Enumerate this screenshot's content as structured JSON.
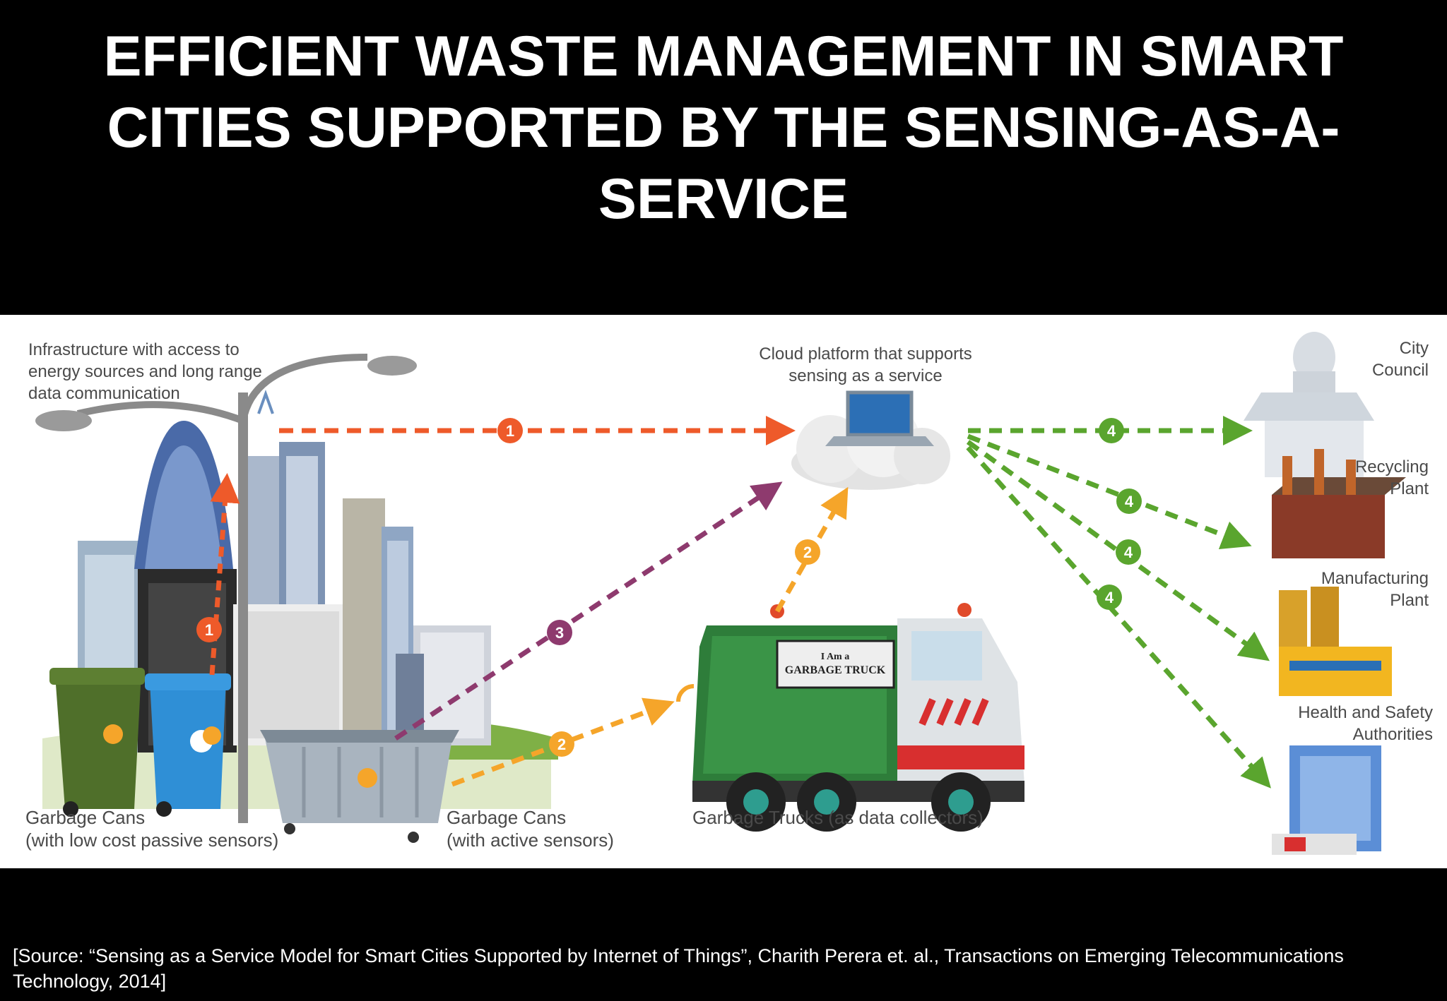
{
  "title": {
    "line1": "EFFICIENT WASTE MANAGEMENT IN SMART",
    "line2": "CITIES SUPPORTED BY THE SENSING-AS-A-",
    "line3": "SERVICE"
  },
  "figure": {
    "infrastructure_label": {
      "line1": "Infrastructure with access to",
      "line2": "energy sources and long range",
      "line3": "data communication"
    },
    "cloud_label": {
      "line1": "Cloud platform that supports",
      "line2": "sensing as a service"
    },
    "passive_cans_label": {
      "line1": "Garbage Cans",
      "line2": "(with low cost passive sensors)"
    },
    "active_cans_label": {
      "line1": "Garbage Cans",
      "line2": "(with active sensors)"
    },
    "trucks_label": "Garbage Trucks (as data collectors)",
    "truck_sign": {
      "line1": "I Am a",
      "line2": "GARBAGE TRUCK"
    },
    "city_council_label": {
      "line1": "City",
      "line2": "Council"
    },
    "recycling_label": {
      "line1": "Recycling",
      "line2": "Plant"
    },
    "manufacturing_label": {
      "line1": "Manufacturing",
      "line2": "Plant"
    },
    "health_label": {
      "line1": "Health and Safety",
      "line2": "Authorities"
    },
    "step_numbers": {
      "one": "1",
      "two": "2",
      "three": "3",
      "four": "4"
    },
    "colors": {
      "step1": "#ee5a2a",
      "step2": "#f5a52a",
      "step3": "#8e3a6e",
      "step4": "#5aa52e"
    }
  },
  "source": "[Source: “Sensing as a Service Model for Smart Cities Supported by Internet of Things”, Charith Perera et. al., Transactions on Emerging Telecommunications Technology, 2014]"
}
